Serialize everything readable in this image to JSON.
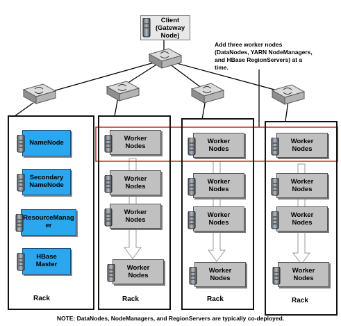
{
  "client": {
    "label": "Client\n(Gateway\nNode)"
  },
  "annotation": "Add three worker nodes\n(DataNodes, YARN NodeManagers,\nand HBase RegionServers) at a\ntime.",
  "master_rack": {
    "label": "Rack",
    "nodes": [
      "NameNode",
      "Secondary\nNameNode",
      "ResourceManag\ner",
      "HBase\nMaster"
    ]
  },
  "worker_racks": [
    {
      "label": "Rack",
      "nodes": [
        "Worker\nNodes",
        "Worker\nNodes",
        "Worker\nNodes",
        "Worker\nNodes"
      ]
    },
    {
      "label": "Rack",
      "nodes": [
        "Worker\nNodes",
        "Worker\nNodes",
        "Worker\nNodes",
        "Worker\nNodes"
      ]
    },
    {
      "label": "Rack",
      "nodes": [
        "Worker\nNodes",
        "Worker\nNodes",
        "Worker\nNodes",
        "Worker\nNodes"
      ]
    }
  ],
  "note": "NOTE: DataNodes, NodeManagers, and RegionServers are typically co-deployed.",
  "colors": {
    "master": "#2aa7ee",
    "worker": "#c0c0c0",
    "highlight": "#cc2222"
  }
}
